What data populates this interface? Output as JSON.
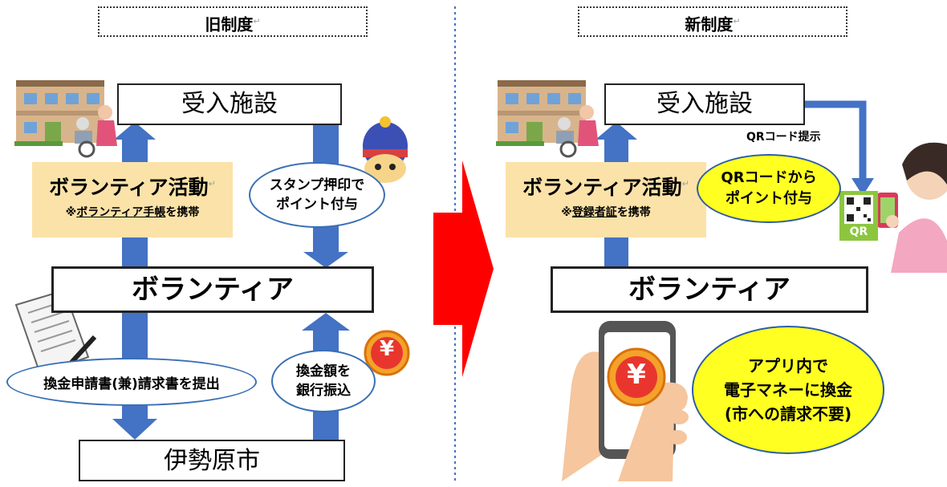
{
  "old_system": {
    "header": "旧制度",
    "facility": "受入施設",
    "activity_title": "ボランティア活動",
    "activity_note_prefix": "※",
    "activity_note_underlined": "ボランティア手帳",
    "activity_note_suffix": "を携帯",
    "stamp_line1": "スタンプ押印で",
    "stamp_line2": "ポイント付与",
    "volunteer": "ボランティア",
    "application": "換金申請書(兼)請求書を提出",
    "transfer_line1": "換金額を",
    "transfer_line2": "銀行振込",
    "city": "伊勢原市"
  },
  "new_system": {
    "header": "新制度",
    "facility": "受入施設",
    "qr_present": "QRコード提示",
    "qr_points_line1": "QRコードから",
    "qr_points_line2": "ポイント付与",
    "activity_title": "ボランティア活動",
    "activity_note_prefix": "※",
    "activity_note_underlined": "登録者証",
    "activity_note_suffix": "を携帯",
    "volunteer": "ボランティア",
    "app_line1": "アプリ内で",
    "app_line2": "電子マネーに換金",
    "app_line3": "(市への請求不要)",
    "qr_label": "QR"
  },
  "yen_symbol": "¥",
  "return_mark": "↵",
  "colors": {
    "arrow_blue": "#4472c4",
    "note_bg": "#fbe2a8",
    "highlight_yellow": "#ffff22",
    "transition_red": "#ff0000",
    "divider_blue": "#4472c4",
    "yen_orange": "#f4a22a"
  },
  "icons": [
    "building-icon",
    "caregiver-icon",
    "document-pen-icon",
    "mascot-icon",
    "yen-coin-icon",
    "person-phone-icon",
    "qr-code-icon",
    "hand-phone-icon",
    "red-arrow-icon"
  ]
}
